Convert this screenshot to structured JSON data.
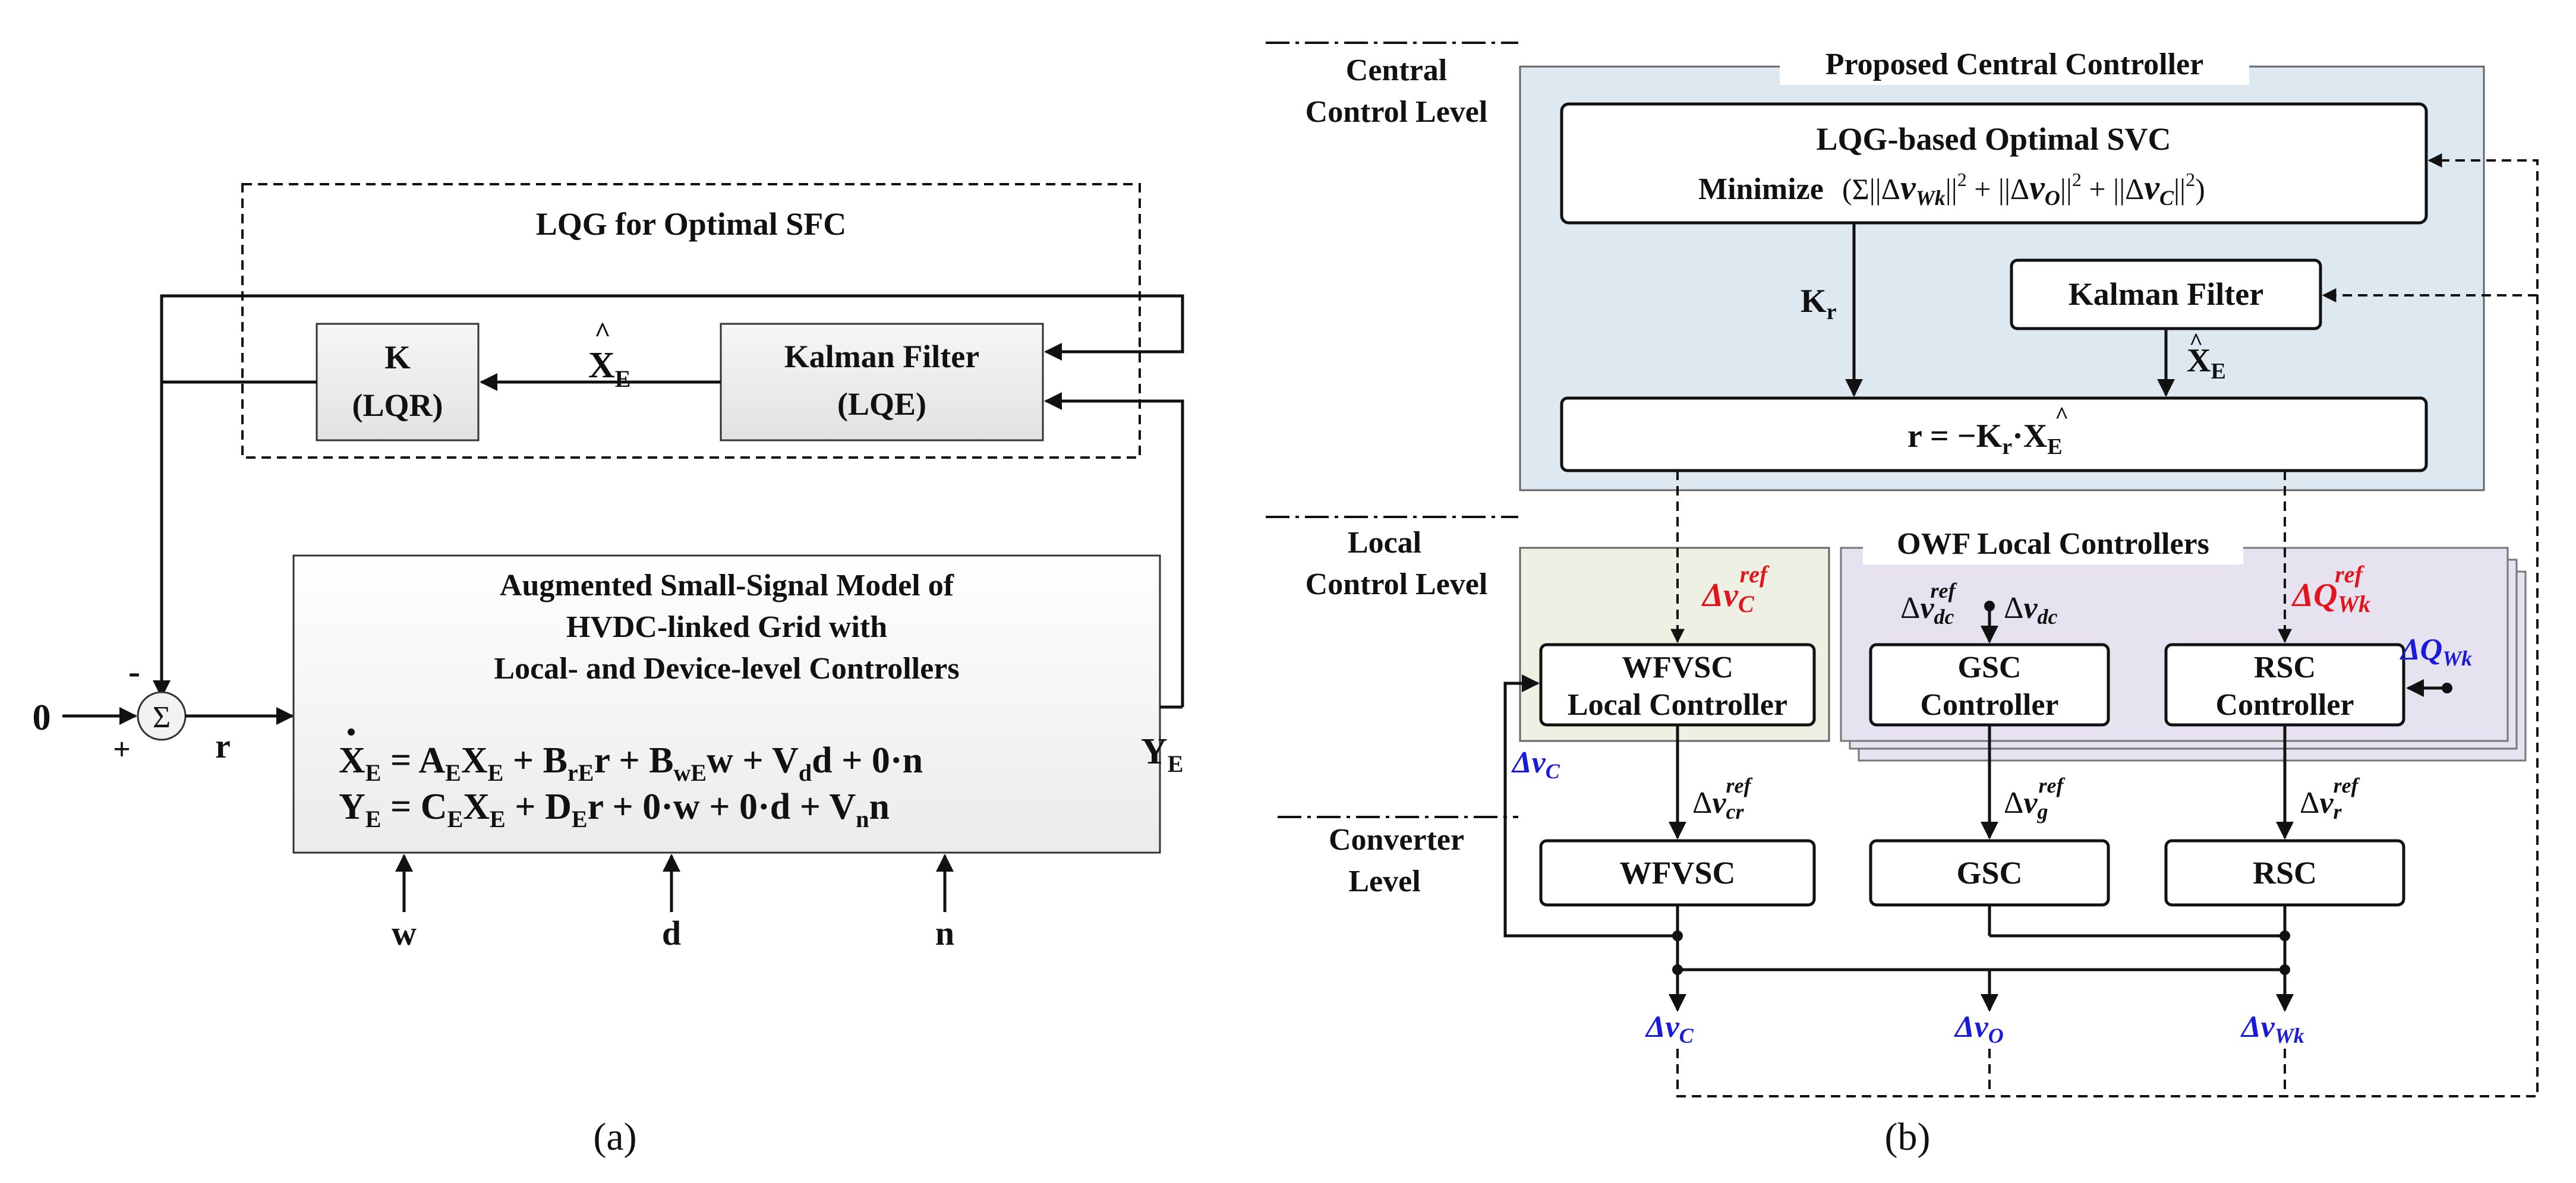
{
  "panel_a": {
    "caption": "(a)",
    "lqg_title": "LQG for Optimal SFC",
    "k_box": {
      "line1": "K",
      "line2": "(LQR)"
    },
    "kalman_box": {
      "line1": "Kalman Filter",
      "line2": "(LQE)"
    },
    "xhat_label": "X",
    "xhat_sub": "E",
    "model_box": {
      "title_line1": "Augmented Small-Signal Model of",
      "title_line2": "HVDC-linked Grid with",
      "title_line3": "Local- and Device-level Controllers",
      "eq1": "Ẋ_E = A_E X_E + B_rE r + B_wE w + V_d d + 0·n",
      "eq2": "Y_E = C_E X_E + D_E r + 0·w + 0·d + V_n n"
    },
    "sum_symbol": "Σ",
    "input_zero": "0",
    "plus_sign": "+",
    "minus_sign": "-",
    "r_label": "r",
    "ye_label": "Y",
    "ye_sub": "E",
    "inputs": [
      "w",
      "d",
      "n"
    ]
  },
  "panel_b": {
    "caption": "(b)",
    "levels": {
      "central_line1": "Central",
      "central_line2": "Control Level",
      "local_line1": "Local",
      "local_line2": "Control Level",
      "converter_line1": "Converter",
      "converter_line2": "Level"
    },
    "central_title": "Proposed Central Controller",
    "lqg_box_line1": "LQG-based Optimal SVC",
    "lqg_box_min": "Minimize",
    "kalman_filter": "Kalman Filter",
    "kr_label": "K",
    "kr_sub": "r",
    "r_eq": "r = −K",
    "xe_hat": "X",
    "xe_sub": "E",
    "owf_title": "OWF Local Controllers",
    "wfvsc_local": {
      "line1": "WFVSC",
      "line2": "Local Controller"
    },
    "gsc_ctrl": {
      "line1": "GSC",
      "line2": "Controller"
    },
    "rsc_ctrl": {
      "line1": "RSC",
      "line2": "Controller"
    },
    "converters": [
      "WFVSC",
      "GSC",
      "RSC"
    ],
    "outputs": [
      "Δv_C",
      "Δv_O",
      "Δv_Wk"
    ],
    "delta": "Δ",
    "v_sym": "v",
    "q_sym": "Q",
    "ref": "ref",
    "sub_C": "C",
    "sub_O": "O",
    "sub_Wk": "Wk",
    "sub_dc": "dc",
    "sub_cr": "cr",
    "sub_g": "g",
    "sub_r": "r"
  },
  "colors": {
    "blue_text": "#1a1adb",
    "red_text": "#e0161c",
    "central_fill": "#dde8f1",
    "wfvsc_fill": "#eef0e4",
    "owf_fill": "#e6e2ef"
  }
}
